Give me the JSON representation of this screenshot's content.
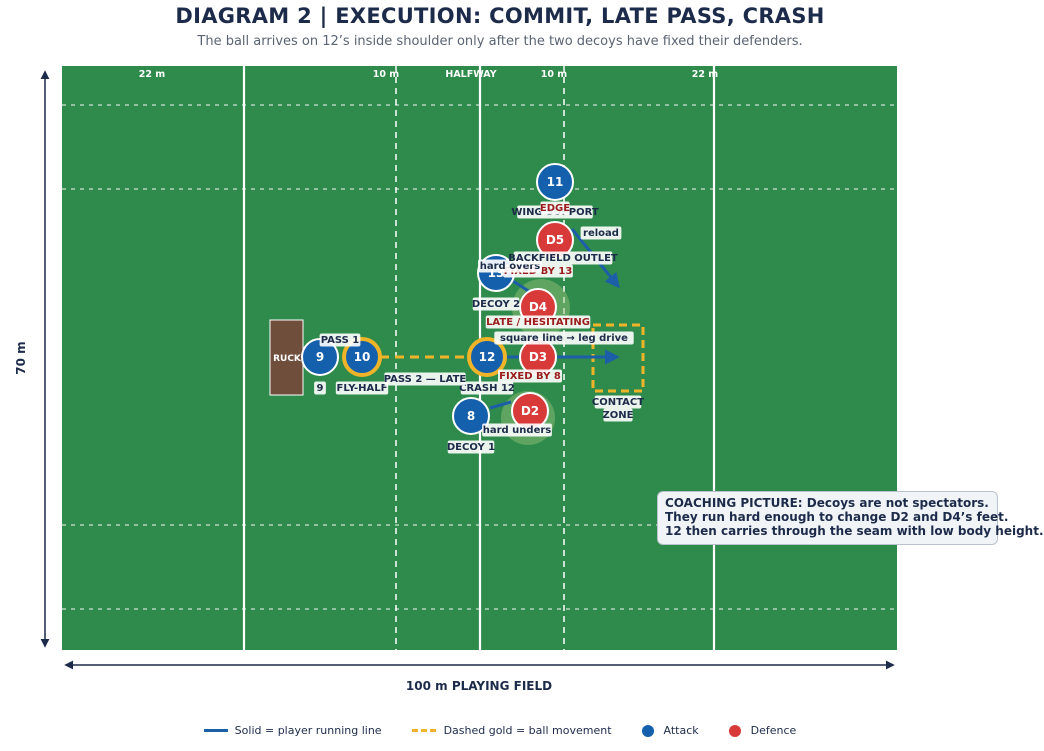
{
  "title": "DIAGRAM 2  |  EXECUTION: COMMIT, LATE PASS, CRASH",
  "subtitle": "The ball arrives on 12’s inside shoulder only after the two decoys have fixed their defenders.",
  "field": {
    "markings": [
      "22 m",
      "10 m",
      "HALFWAY",
      "10 m",
      "22 m"
    ],
    "width_label": "100 m PLAYING FIELD",
    "depth_label": "70 m"
  },
  "ruck_label": "RUCK",
  "players": [
    {
      "id": "9",
      "side": "attack",
      "label": "9",
      "highlight": false
    },
    {
      "id": "10",
      "side": "attack",
      "label": "FLY-HALF",
      "highlight": true
    },
    {
      "id": "12",
      "side": "attack",
      "label": "CRASH 12",
      "highlight": true
    },
    {
      "id": "8",
      "side": "attack",
      "label": "DECOY 1",
      "highlight": false
    },
    {
      "id": "13",
      "side": "attack",
      "label": "DECOY 2",
      "highlight": false
    },
    {
      "id": "11",
      "side": "attack",
      "label": "WING SUPPORT",
      "highlight": false
    },
    {
      "id": "D2",
      "side": "defence",
      "label": "",
      "highlight": false
    },
    {
      "id": "D3",
      "side": "defence",
      "label": "FIXED BY 8",
      "highlight": false
    },
    {
      "id": "D4",
      "side": "defence",
      "label": "LATE / HESITATING",
      "highlight": false
    },
    {
      "id": "D5",
      "side": "defence",
      "label": "FIXED BY 13",
      "highlight": false
    }
  ],
  "annotations": {
    "pass1": "PASS 1",
    "pass2": "PASS 2 — LATE",
    "hard_unders": "hard unders",
    "hard_overs": "hard overs",
    "square_line": "square line → leg drive",
    "edge": "EDGE",
    "backfield": "BACKFIELD OUTLET",
    "reload": "reload",
    "contact_zone": [
      "CONTACT",
      "ZONE"
    ]
  },
  "coaching_note": {
    "lines": [
      "COACHING PICTURE: Decoys are not spectators.",
      "They run hard enough to change D2 and D4’s feet.",
      "12 then carries through the seam with low body height."
    ]
  },
  "legend": {
    "solid": "Solid = player running line",
    "dashed": "Dashed gold = ball movement",
    "attack": "Attack",
    "defence": "Defence"
  },
  "colors": {
    "pitch": "#2f8b4b",
    "attack": "#1560ad",
    "defence": "#d83a3a",
    "ball": "#f0b429",
    "ruck": "#6f4e3b",
    "line_color": "#1d5ea8"
  }
}
